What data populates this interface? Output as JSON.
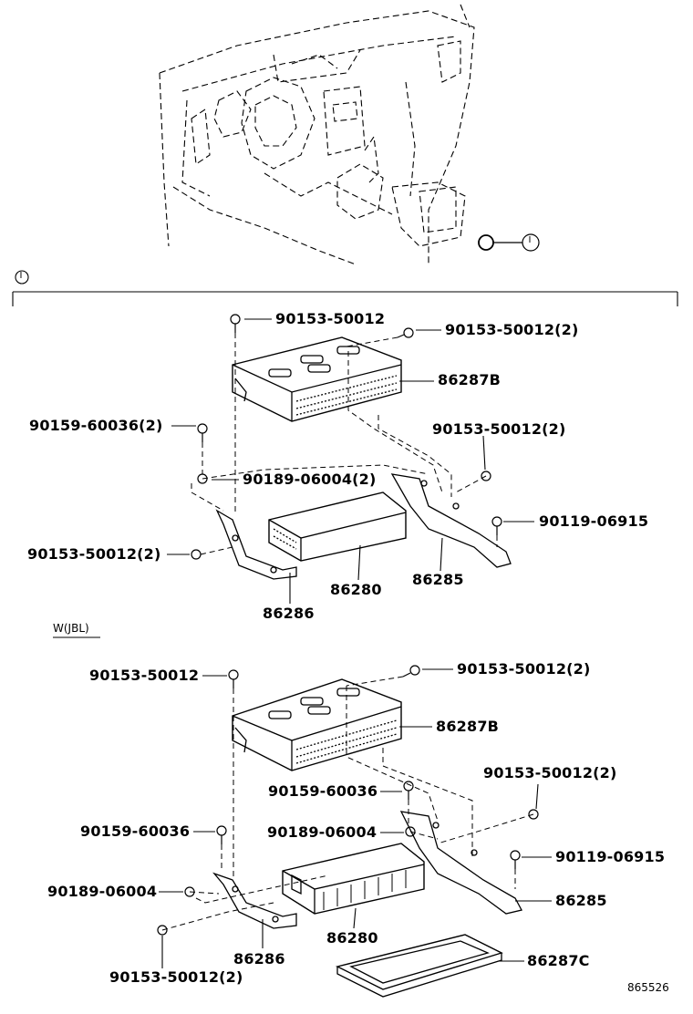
{
  "ref_marker": "I",
  "section_jbl": "W(JBL)",
  "drawing_code": "865526",
  "labels_top": {
    "a": "90153-50012",
    "b": "90153-50012(2)",
    "c": "86287B",
    "d": "90159-60036(2)",
    "e": "90153-50012(2)",
    "f": "90189-06004(2)",
    "g": "90119-06915",
    "h": "90153-50012(2)",
    "i": "86280",
    "j": "86285",
    "k": "86286"
  },
  "labels_bottom": {
    "a": "90153-50012",
    "b": "90153-50012(2)",
    "c": "86287B",
    "d": "90159-60036",
    "e": "90153-50012(2)",
    "f": "90159-60036",
    "g": "90189-06004",
    "h": "90119-06915",
    "i": "90189-06004",
    "j": "86285",
    "k": "86280",
    "l": "86286",
    "m": "86287C",
    "n": "90153-50012(2)"
  }
}
